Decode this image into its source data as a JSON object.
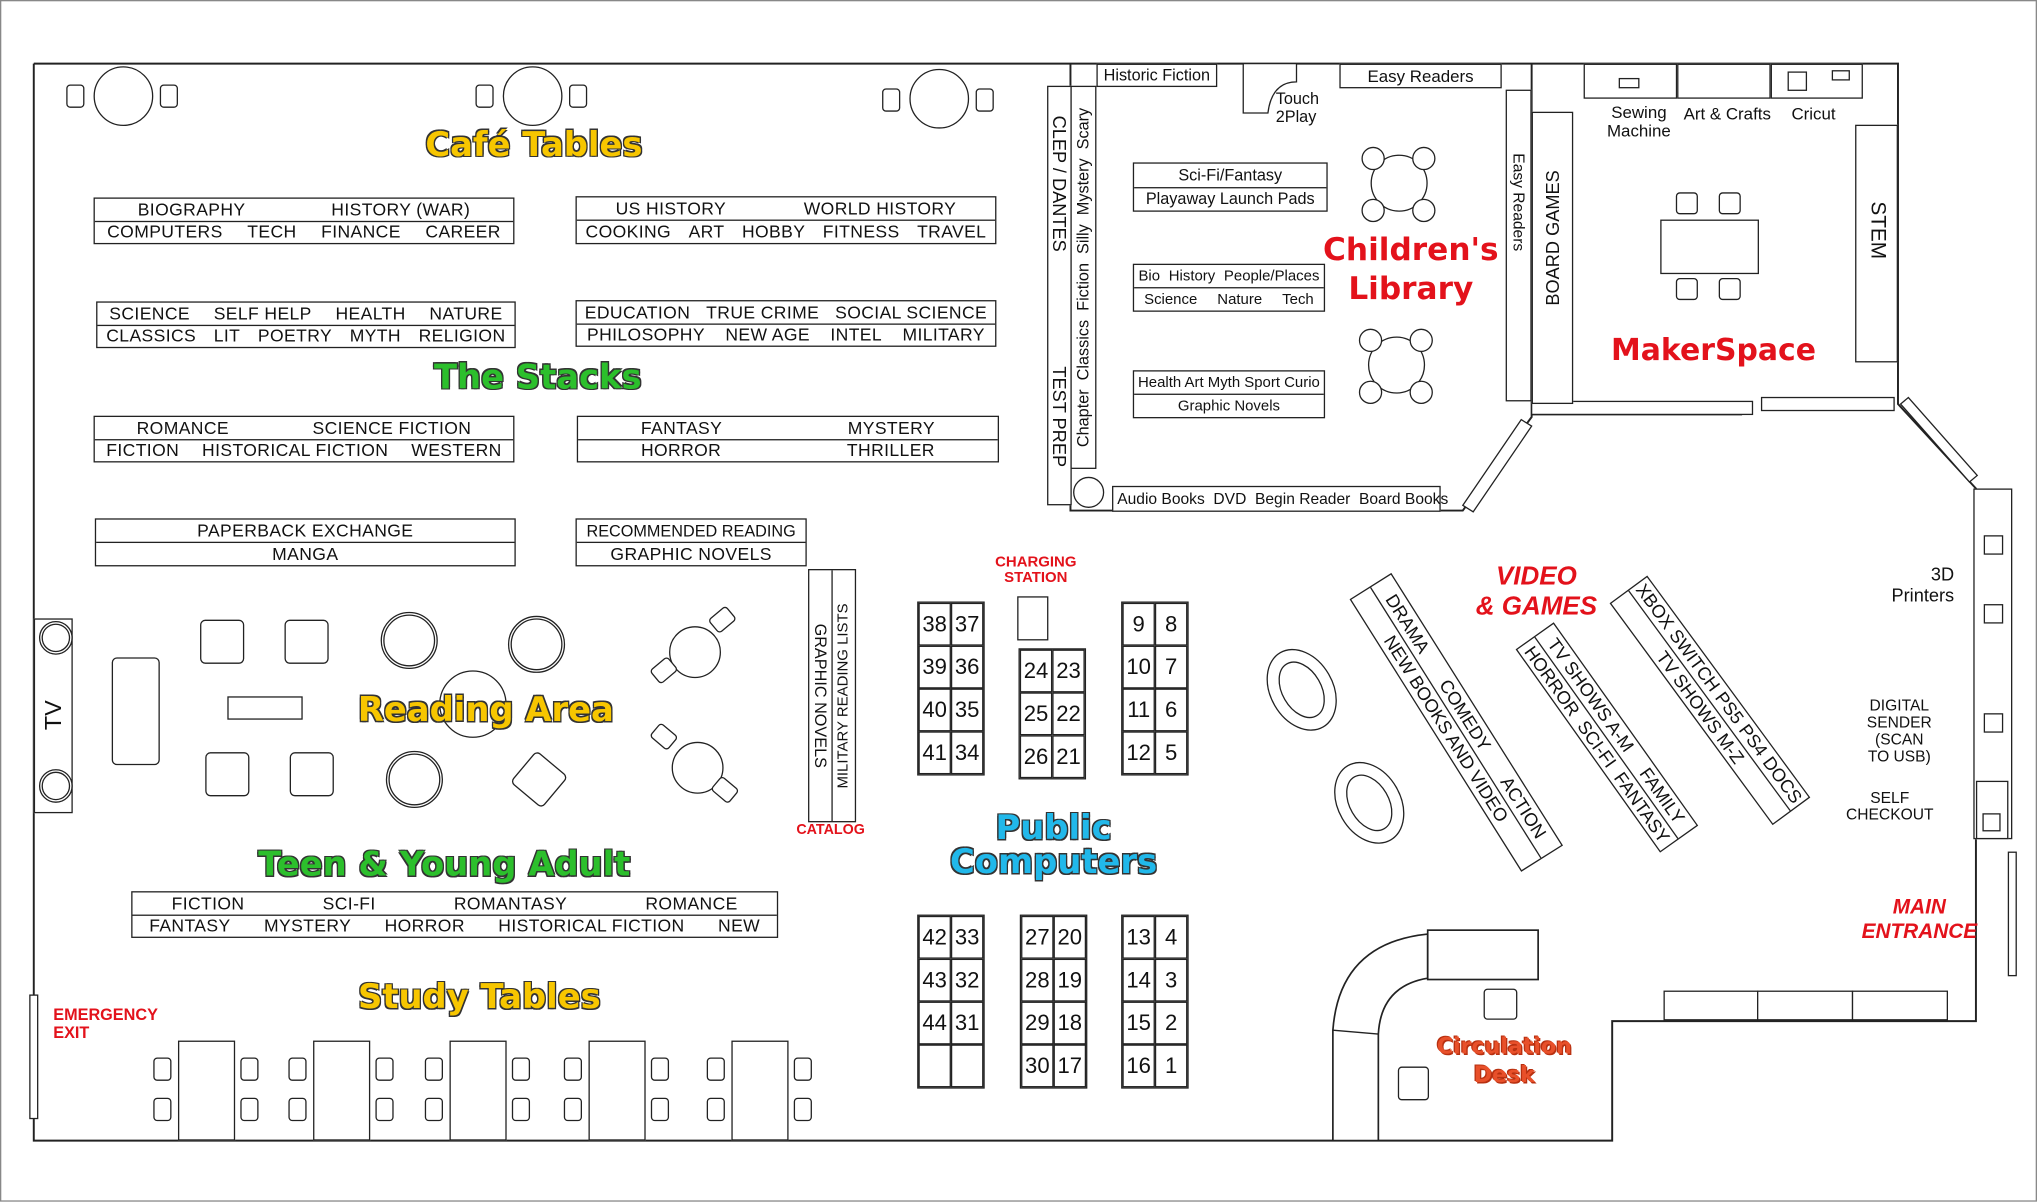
{
  "areas": {
    "cafe": "Café Tables",
    "stacks": "The Stacks",
    "reading": "Reading Area",
    "teen": "Teen & Young Adult",
    "study": "Study Tables",
    "childrens_1": "Children's",
    "childrens_2": "Library",
    "maker": "MakerSpace",
    "computers_1": "Public",
    "computers_2": "Computers",
    "video_1": "VIDEO",
    "video_2": "& GAMES",
    "circ_1": "Circulation",
    "circ_2": "Desk",
    "entrance_1": "MAIN",
    "entrance_2": "ENTRANCE",
    "emergency_1": "EMERGENCY",
    "emergency_2": "EXIT",
    "charging_1": "CHARGING",
    "charging_2": "STATION",
    "catalog": "CATALOG"
  },
  "stacks": {
    "s1": [
      [
        "BIOGRAPHY",
        "HISTORY (WAR)"
      ],
      [
        "COMPUTERS",
        "TECH",
        "FINANCE",
        "CAREER"
      ]
    ],
    "s2": [
      [
        "US HISTORY",
        "WORLD HISTORY"
      ],
      [
        "COOKING",
        "ART",
        "HOBBY",
        "FITNESS",
        "TRAVEL"
      ]
    ],
    "s3": [
      [
        "SCIENCE",
        "SELF HELP",
        "HEALTH",
        "NATURE"
      ],
      [
        "CLASSICS",
        "LIT",
        "POETRY",
        "MYTH",
        "RELIGION"
      ]
    ],
    "s4": [
      [
        "EDUCATION",
        "TRUE CRIME",
        "SOCIAL SCIENCE"
      ],
      [
        "PHILOSOPHY",
        "NEW AGE",
        "INTEL",
        "MILITARY"
      ]
    ],
    "s5": [
      [
        "ROMANCE",
        "SCIENCE FICTION"
      ],
      [
        "FICTION",
        "HISTORICAL FICTION",
        "WESTERN"
      ]
    ],
    "s6": [
      [
        "FANTASY",
        "MYSTERY"
      ],
      [
        "HORROR",
        "THRILLER"
      ]
    ],
    "s7": [
      [
        "PAPERBACK EXCHANGE"
      ],
      [
        "MANGA"
      ]
    ],
    "s8": [
      [
        "RECOMMENDED READING"
      ],
      [
        "GRAPHIC NOVELS"
      ]
    ],
    "graphic_novels": "GRAPHIC NOVELS",
    "military_lists": "MILITARY READING LISTS"
  },
  "teen": [
    [
      "FICTION",
      "SCI-FI",
      "ROMANTASY",
      "ROMANCE"
    ],
    [
      "FANTASY",
      "MYSTERY",
      "HORROR",
      "HISTORICAL FICTION",
      "NEW"
    ]
  ],
  "reading": {
    "tv": "TV"
  },
  "children": {
    "clep": "CLEP / DANTES",
    "test_prep": "TEST PREP",
    "side_shelf": "Chapter  Classics  Fiction  Silly  Mystery  Scary",
    "historic_fiction": "Historic Fiction",
    "touch_1": "Touch",
    "touch_2": "2Play",
    "easy_top": "Easy Readers",
    "easy_side": "Easy Readers",
    "board_games": "BOARD GAMES",
    "scifi": [
      [
        "Sci-Fi/Fantasy"
      ],
      [
        "Playaway Launch Pads"
      ]
    ],
    "bio": [
      [
        "Bio",
        "History",
        "People/Places"
      ],
      [
        "Science",
        "Nature",
        "Tech"
      ]
    ],
    "health": [
      [
        "Health Art Myth Sport Curio"
      ],
      [
        "Graphic Novels"
      ]
    ],
    "audio": "Audio Books  DVD  Begin Reader  Board Books"
  },
  "maker": {
    "sewing_1": "Sewing",
    "sewing_2": "Machine",
    "art": "Art & Crafts",
    "cricut": "Cricut",
    "stem": "STEM"
  },
  "right": {
    "printers_1": "3D",
    "printers_2": "Printers",
    "sender_1": "DIGITAL",
    "sender_2": "SENDER",
    "sender_3": "(SCAN",
    "sender_4": "TO USB)",
    "checkout_1": "SELF",
    "checkout_2": "CHECKOUT"
  },
  "computers": {
    "g1": [
      [
        "38",
        "37"
      ],
      [
        "39",
        "36"
      ],
      [
        "40",
        "35"
      ],
      [
        "41",
        "34"
      ]
    ],
    "g2": [
      [
        "24",
        "23"
      ],
      [
        "25",
        "22"
      ],
      [
        "26",
        "21"
      ]
    ],
    "g3": [
      [
        "9",
        "8"
      ],
      [
        "10",
        "7"
      ],
      [
        "11",
        "6"
      ],
      [
        "12",
        "5"
      ]
    ],
    "g4": [
      [
        "42",
        "33"
      ],
      [
        "43",
        "32"
      ],
      [
        "44",
        "31"
      ],
      [
        "",
        ""
      ]
    ],
    "g5": [
      [
        "27",
        "20"
      ],
      [
        "28",
        "19"
      ],
      [
        "29",
        "18"
      ],
      [
        "30",
        "17"
      ]
    ],
    "g6": [
      [
        "13",
        "4"
      ],
      [
        "14",
        "3"
      ],
      [
        "15",
        "2"
      ],
      [
        "16",
        "1"
      ]
    ]
  },
  "video": {
    "v1": [
      [
        "DRAMA",
        "COMEDY",
        "ACTION"
      ],
      [
        "NEW BOOKS AND VIDEO"
      ]
    ],
    "v2": [
      [
        "TV SHOWS A-M",
        "FAMILY"
      ],
      [
        "HORROR",
        "SCI-FI",
        "FANTASY"
      ]
    ],
    "v3": [
      [
        "XBOX",
        "SWITCH",
        "PS5",
        "PS4",
        "DOCS"
      ],
      [
        "TV SHOWS M-Z"
      ]
    ]
  },
  "colors": {
    "yellow": "#f7c600",
    "green": "#2cbf2c",
    "red": "#e3121b",
    "cyan": "#21b8ea",
    "orange": "#e8502a"
  }
}
